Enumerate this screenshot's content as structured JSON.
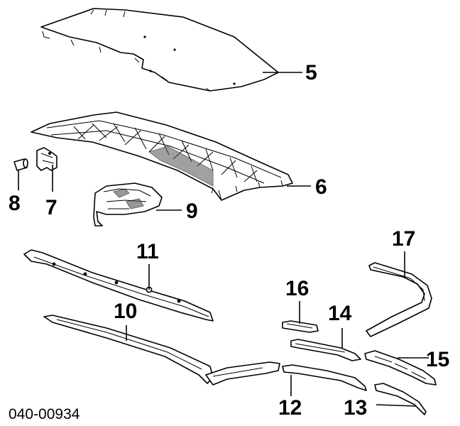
{
  "diagram": {
    "callouts": [
      "5",
      "6",
      "7",
      "8",
      "9",
      "10",
      "11",
      "12",
      "13",
      "14",
      "15",
      "16",
      "17"
    ],
    "part_number": "040-00934"
  }
}
